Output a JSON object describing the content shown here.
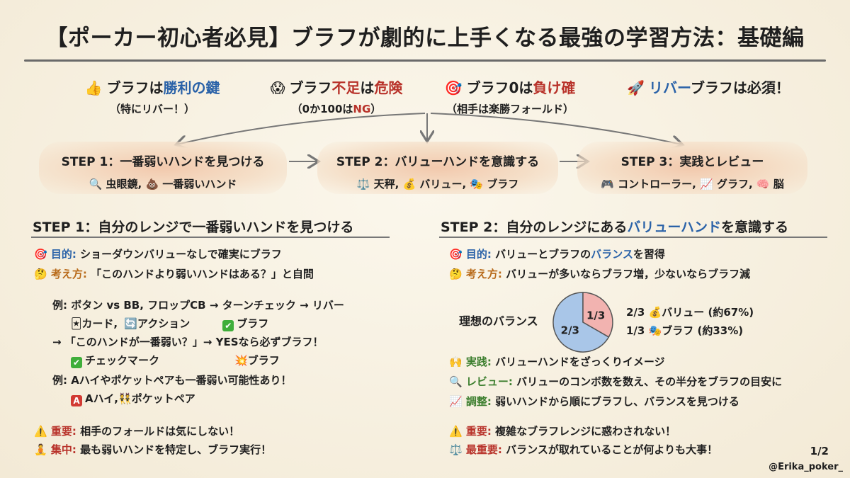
{
  "title": "【ポーカー初心者必見】ブラフが劇的に上手くなる最強の学習方法：基礎編",
  "top_points": [
    {
      "icon": "👍",
      "l1_a": "ブラフは",
      "l1_b": "勝利の鍵",
      "l1_c": "",
      "l1_d": "",
      "l2": "（特にリバー！）"
    },
    {
      "icon": "😱",
      "l1_a": "ブラフ",
      "l1_b": "不足",
      "l1_c": "は",
      "l1_d": "危険",
      "l2_a": "（0か100は",
      "l2_b": "NG",
      "l2_c": "）"
    },
    {
      "icon": "🎯",
      "l1_a": "ブラフ0は",
      "l1_b": "負け確",
      "l2": "（相手は楽勝フォールド）"
    },
    {
      "icon": "🚀",
      "l1_a": "リバー",
      "l1_b": "ブラフは必須！"
    }
  ],
  "steps": [
    {
      "title": "STEP 1：一番弱いハンドを見つける",
      "sub": "🔍 虫眼鏡, 💩 一番弱いハンド"
    },
    {
      "title": "STEP 2：バリューハンドを意識する",
      "sub": "⚖️ 天秤, 💰 バリュー, 🎭 ブラフ"
    },
    {
      "title": "STEP 3：実践とレビュー",
      "sub": "🎮 コントローラー, 📈 グラフ, 🧠 脳"
    }
  ],
  "left": {
    "title": "STEP 1：自分のレンジで一番弱いハンドを見つける",
    "purpose_label": "目的:",
    "purpose": " ショーダウンバリューなしで確実にブラフ",
    "think_label": "考え方:",
    "think": " 「このハンドより弱いハンドはある？」と自問",
    "ex1": "例: ボタン vs BB, フロップCB → ターンチェック → リバー",
    "ex1_icons_a": "🃏カード,",
    "ex1_icons_b": "🔄アクション",
    "ex1_icons_c": "ブラフ",
    "ex2": "→ 「このハンドが一番弱い？」→ YESなら必ずブラフ！",
    "ex2_icons_a": "チェックマーク",
    "ex2_icons_b": "💥ブラフ",
    "ex3": "例: Aハイやポケットペアも一番弱い可能性あり！",
    "ex3_icons_a": "Aハイ,",
    "ex3_icons_b": "👯ポケットペア",
    "imp_label": "重要:",
    "imp": " 相手のフォールドは気にしない！",
    "focus_label": "集中:",
    "focus": " 最も弱いハンドを特定し、ブラフ実行！"
  },
  "right": {
    "title_a": "STEP 2：自分のレンジにある",
    "title_b": "バリューハンド",
    "title_c": "を意識する",
    "purpose_label": "目的:",
    "purpose_a": " バリューとブラフの",
    "purpose_b": "バランス",
    "purpose_c": "を習得",
    "think_label": "考え方:",
    "think": " バリューが多いならブラフ増，少ないならブラフ減",
    "balance_label": "理想のバランス",
    "pie_value_text": "2/3",
    "pie_bluff_text": "1/3",
    "legend_value": "2/3 💰バリュー (約67%)",
    "legend_bluff": "1/3 🎭ブラフ (約33%)",
    "practice_label": "実践:",
    "practice": " バリューハンドをざっくりイメージ",
    "review_label": "レビュー:",
    "review": " バリューのコンボ数を数え、その半分をブラフの目安に",
    "adjust_label": "調整:",
    "adjust": " 弱いハンドから順にブラフし、バランスを見つける",
    "imp_label": "重要:",
    "imp": " 複雑なブラフレンジに惑わされない！",
    "mostimp_label": "最重要:",
    "mostimp": " バランスが取れていることが何よりも大事！"
  },
  "chart_data": {
    "type": "pie",
    "slices": [
      {
        "label": "バリュー",
        "fraction": 0.667,
        "text": "2/3",
        "color": "#a9c6e8"
      },
      {
        "label": "ブラフ",
        "fraction": 0.333,
        "text": "1/3",
        "color": "#f2b3b0"
      }
    ]
  },
  "page": "1/2",
  "handle": "@Erika_poker_"
}
